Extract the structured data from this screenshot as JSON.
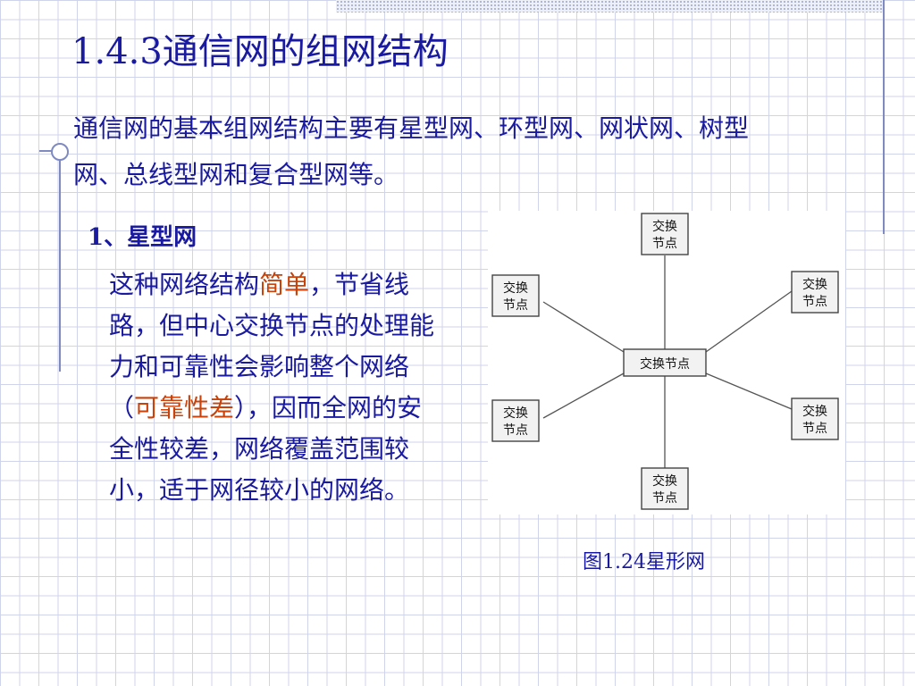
{
  "title": "1.4.3通信网的组网结构",
  "intro": "通信网的基本组网结构主要有星型网、环型网、网状网、树型网、总线型网和复合型网等。",
  "section": {
    "heading": "1、星型网",
    "body_1": "这种网络结构",
    "body_2": "简单",
    "body_3": "，节省线路，但中心交换节点的处理能力和可靠性会影响整个网络（",
    "body_4": "可靠性差",
    "body_5": "），因而全网的安全性较差，网络覆盖范围较小，适于网径较小的网络。"
  },
  "figure": {
    "center_label": "交换节点",
    "node_line1": "交换",
    "node_line2": "节点",
    "caption": "图1.24星形网"
  },
  "colors": {
    "text": "#1a1aa0",
    "accent": "#c8420a",
    "grid": "#cfd4ea",
    "rule": "#7f8ac0"
  }
}
